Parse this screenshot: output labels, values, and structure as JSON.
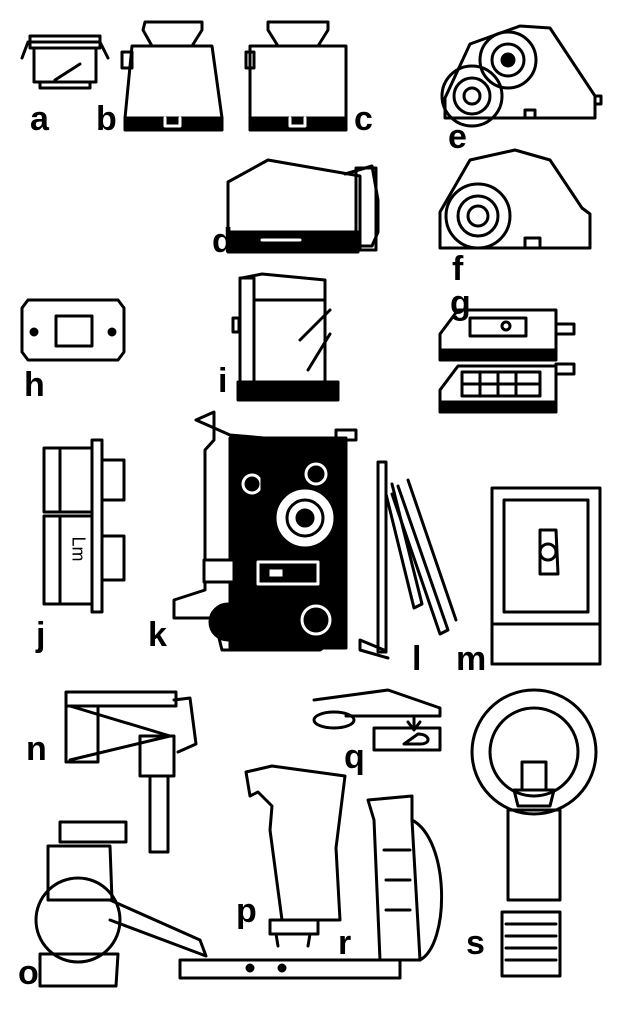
{
  "labels": {
    "a": "a",
    "b": "b",
    "c": "c",
    "d": "d",
    "e": "e",
    "f": "f",
    "g": "g",
    "h": "h",
    "i": "i",
    "j": "j",
    "k": "k",
    "l": "l",
    "m": "m",
    "n": "n",
    "o": "o",
    "p": "p",
    "q": "q",
    "r": "r",
    "s": "s"
  },
  "part_j": {
    "print": "Lm"
  }
}
